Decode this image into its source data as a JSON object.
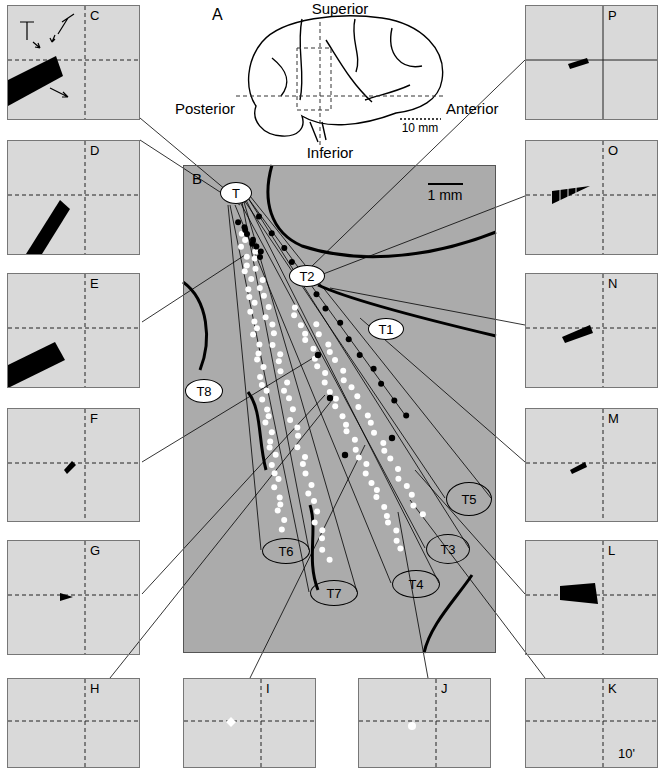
{
  "diagram": {
    "nodes": [
      {
        "text": [
          "C"
        ]
      },
      {
        "text": [
          "D"
        ]
      },
      {
        "text": [
          "E"
        ]
      },
      {
        "text": [
          "F"
        ]
      },
      {
        "text": [
          "G"
        ]
      },
      {
        "text": [
          "B"
        ]
      },
      {
        "text": [
          "T"
        ],
        "in": 5
      },
      {
        "text": [
          "T2"
        ],
        "in": 5
      },
      {
        "text": [
          "T1"
        ],
        "in": 5
      },
      {
        "text": [
          "T8"
        ],
        "in": 5
      },
      {
        "text": [
          "T5"
        ],
        "in": 5
      },
      {
        "text": [
          "T6"
        ],
        "in": 5
      },
      {
        "text": [
          "T3"
        ],
        "in": 5
      },
      {
        "text": [
          "T7"
        ],
        "in": 5
      },
      {
        "text": [
          "T4"
        ],
        "in": 5
      },
      {
        "text": [
          "P"
        ]
      },
      {
        "text": [
          "O"
        ]
      },
      {
        "text": [
          "N"
        ]
      },
      {
        "text": [
          "M"
        ]
      },
      {
        "text": [
          "L"
        ]
      },
      {
        "text": [
          "H"
        ]
      },
      {
        "text": [
          "I"
        ]
      },
      {
        "text": [
          "J"
        ]
      },
      {
        "text": [
          "K"
        ]
      }
    ],
    "labels": [
      "A",
      "Superior",
      "Posterior",
      "Anterior",
      "Inferior",
      "10 mm",
      "1 mm",
      "10'"
    ]
  }
}
